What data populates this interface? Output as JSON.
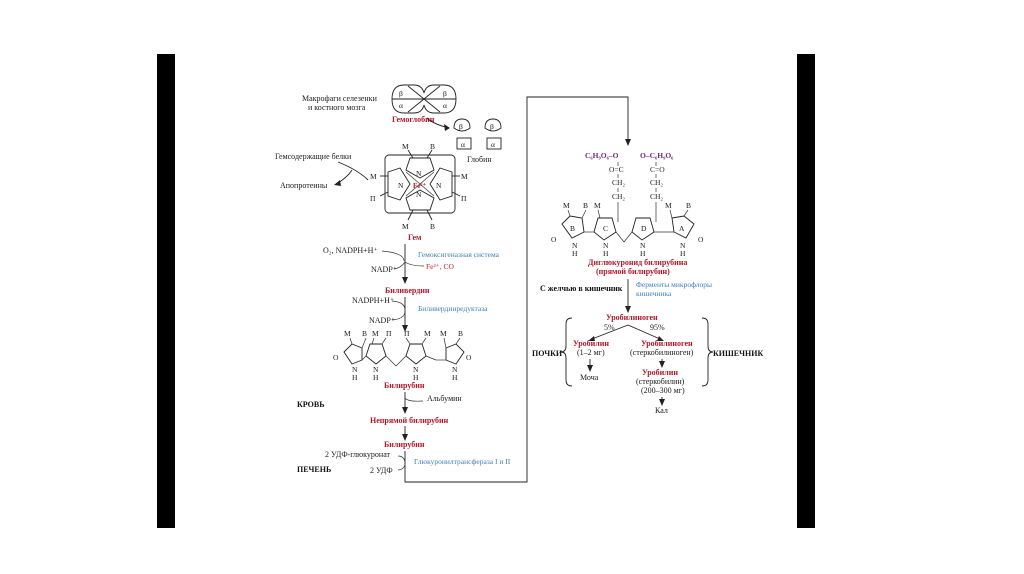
{
  "labels": {
    "macrophages": [
      "Макрофаги селезенки",
      "и костного мозга"
    ],
    "hemoglobin": "Гемоглобин",
    "globin": "Глобин",
    "heme_proteins": "Гемсодержащие белки",
    "apoproteins": "Апопротеины",
    "heme": "Гем",
    "o2_nadph": "O₂, NADPH+H⁺",
    "heme_oxygenase": "Гемоксигеназная система",
    "nadp_1": "NADP⁺",
    "fe_co": "Fe²⁺, CO",
    "biliverdin": "Биливердин",
    "nadph_2": "NADPH+H⁺",
    "biliverdin_reductase": "Биливердинредуктаза",
    "nadp_2": "NADP⁺",
    "bilirubin_1": "Билирубин",
    "albumin": "Альбумин",
    "blood": "КРОВЬ",
    "indirect_bilirubin": "Непрямой билирубин",
    "bilirubin_2": "Билирубин",
    "udp_glucuronate": "2 УДФ-глюкуронат",
    "glucuronyltransferase": "Глюкуронилтрансфераза I и II",
    "liver": "ПЕЧЕНЬ",
    "udp": "2 УДФ",
    "diglucuronide": [
      "Диглюкуронид билирубина",
      "(прямой билирубин)"
    ],
    "with_bile": "С желчью в кишечник",
    "microflora": [
      "Ферменты микрофлоры",
      "кишечника"
    ],
    "urobilinogen": "Уробилиноген",
    "pct5": "5%",
    "pct95": "95%",
    "kidneys": "ПОЧКИ",
    "intestine": "КИШЕЧНИК",
    "urobilin_left": "Уробилин",
    "urobilin_amount": "(1–2 мг)",
    "urine": "Моча",
    "urobilinogen_2": "Уробилиноген",
    "stercobilinogen": "(стеркобилиноген)",
    "urobilin_right": "Уробилин",
    "stercobilin": "(стеркобилин)",
    "stercobilin_amount": "(200–300 мг)",
    "feces": "Кал",
    "glucuronide_left": "C₆H₉O₆–O",
    "glucuronide_right": "O–C₆H₉O₆"
  },
  "molecule": {
    "subunits_hb": [
      "β",
      "β",
      "α",
      "α"
    ],
    "subunits_free": [
      "β",
      "β",
      "α",
      "α"
    ],
    "heme_substituents": [
      "М",
      "В",
      "М",
      "М",
      "П",
      "П",
      "М",
      "В"
    ],
    "heme_atoms": [
      "N",
      "N",
      "N",
      "N",
      "Fe²⁺"
    ],
    "biliverdin_substituents": [
      "М",
      "В",
      "М",
      "П",
      "П",
      "М",
      "М",
      "В"
    ],
    "linear_atoms": [
      "O",
      "N",
      "H",
      "N",
      "H",
      "N",
      "H",
      "N",
      "H",
      "O"
    ],
    "diglucuronide_substituents": [
      "М",
      "В",
      "М",
      "М",
      "В"
    ],
    "ring_letters": [
      "В",
      "С",
      "D",
      "A"
    ],
    "carbonyls": [
      "O=C",
      "C=O"
    ],
    "chains": [
      "CH₂",
      "CH₂",
      "CH₂",
      "CH₂"
    ]
  },
  "colors": {
    "text": "#1a1a1a",
    "compound_red": "#b5172a",
    "enzyme_blue": "#3a7fbf",
    "glucuronide_purple": "#6a2a8a",
    "bars": "#000000"
  }
}
